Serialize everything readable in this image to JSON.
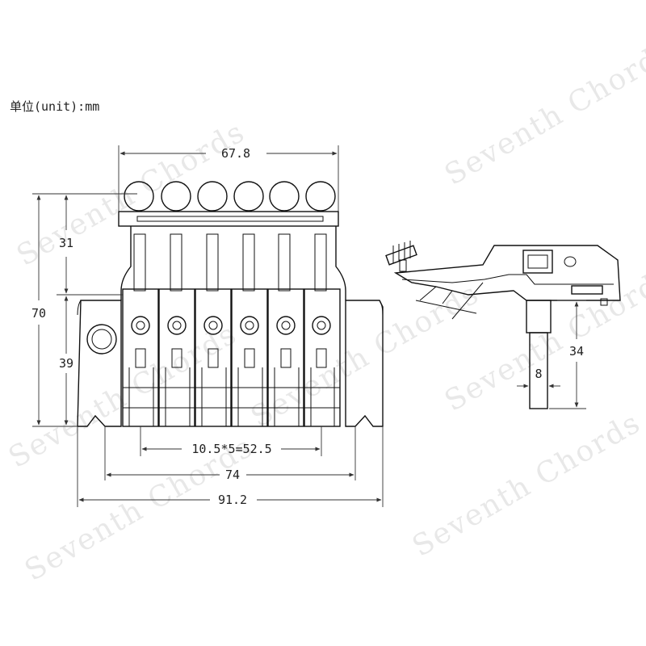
{
  "unit_label": "单位(unit):mm",
  "dimensions": {
    "top_width": "67.8",
    "height_upper": "31",
    "height_total": "70",
    "height_lower": "39",
    "string_spacing": "10.5*5=52.5",
    "mid_width": "74",
    "total_width": "91.2",
    "post_height": "34",
    "post_width": "8"
  },
  "watermark": "Seventh Chords"
}
